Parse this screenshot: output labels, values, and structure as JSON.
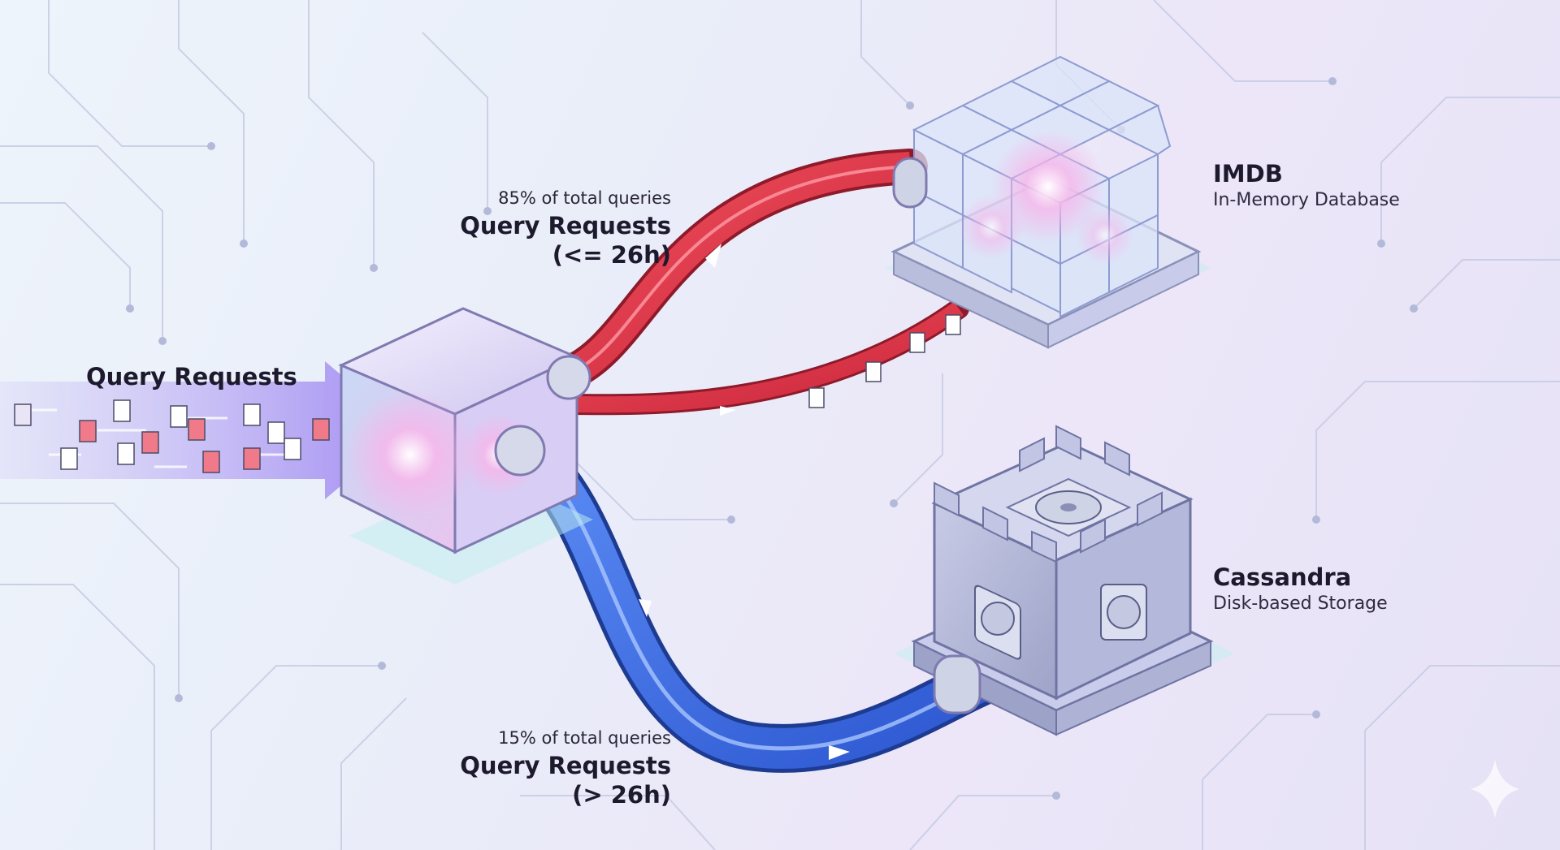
{
  "input": {
    "label": "Query Requests"
  },
  "routes": [
    {
      "id": "hot",
      "share": "85% of total queries",
      "title": "Query Requests",
      "condition": "(<= 26h)",
      "color": "#e03848"
    },
    {
      "id": "cold",
      "share": "15% of total queries",
      "title": "Query Requests",
      "condition": "(> 26h)",
      "color": "#3a6fe0"
    }
  ],
  "targets": [
    {
      "id": "imdb",
      "name": "IMDB",
      "subtitle": "In-Memory Database",
      "icon": "cube-cluster-icon"
    },
    {
      "id": "cassandra",
      "name": "Cassandra",
      "subtitle": "Disk-based Storage",
      "icon": "castle-disk-icon"
    }
  ],
  "router": {
    "icon": "router-cube-icon"
  }
}
